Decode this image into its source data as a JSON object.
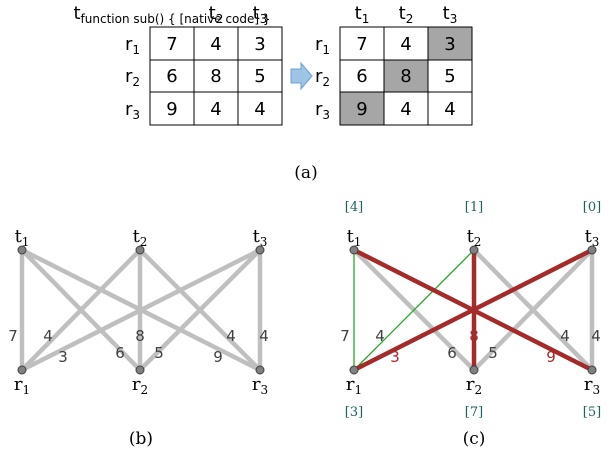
{
  "panel_a": {
    "col_headers": [
      "t1",
      "t2",
      "t3"
    ],
    "row_headers": [
      "r1",
      "r2",
      "r3"
    ],
    "matrix": [
      [
        7,
        4,
        3
      ],
      [
        6,
        8,
        5
      ],
      [
        9,
        4,
        4
      ]
    ],
    "highlighted_cells": [
      [
        0,
        2
      ],
      [
        1,
        1
      ],
      [
        2,
        0
      ]
    ],
    "highlight_color": "#a6a6a6",
    "arrow_color": "#9dc3e6",
    "caption": "(a)"
  },
  "panel_b": {
    "top_nodes": [
      "t1",
      "t2",
      "t3"
    ],
    "bottom_nodes": [
      "r1",
      "r2",
      "r3"
    ],
    "edge_weights": [
      {
        "r": "r1",
        "t": "t1",
        "w": "7"
      },
      {
        "r": "r1",
        "t": "t2",
        "w": "4"
      },
      {
        "r": "r1",
        "t": "t3",
        "w": "3"
      },
      {
        "r": "r2",
        "t": "t1",
        "w": "6"
      },
      {
        "r": "r2",
        "t": "t2",
        "w": "8"
      },
      {
        "r": "r2",
        "t": "t3",
        "w": "5"
      },
      {
        "r": "r3",
        "t": "t1",
        "w": "9"
      },
      {
        "r": "r3",
        "t": "t2",
        "w": "4"
      },
      {
        "r": "r3",
        "t": "t3",
        "w": "4"
      }
    ],
    "edge_color": "#bfbfbf",
    "node_color": "#808080",
    "caption": "(b)"
  },
  "panel_c": {
    "top_potentials": [
      "[4]",
      "[1]",
      "[0]"
    ],
    "bottom_potentials": [
      "[3]",
      "[7]",
      "[5]"
    ],
    "matching_edges": [
      {
        "r": "r1",
        "t": "t3",
        "w": "3"
      },
      {
        "r": "r2",
        "t": "t2",
        "w": "8"
      },
      {
        "r": "r3",
        "t": "t1",
        "w": "9"
      }
    ],
    "equality_edges": [
      {
        "r": "r1",
        "t": "t1",
        "w": "7"
      },
      {
        "r": "r1",
        "t": "t2",
        "w": "4"
      }
    ],
    "matching_color": "#a52a2a",
    "equality_color": "#22aa22",
    "potential_color": "#1f5f5f",
    "caption": "(c)"
  }
}
